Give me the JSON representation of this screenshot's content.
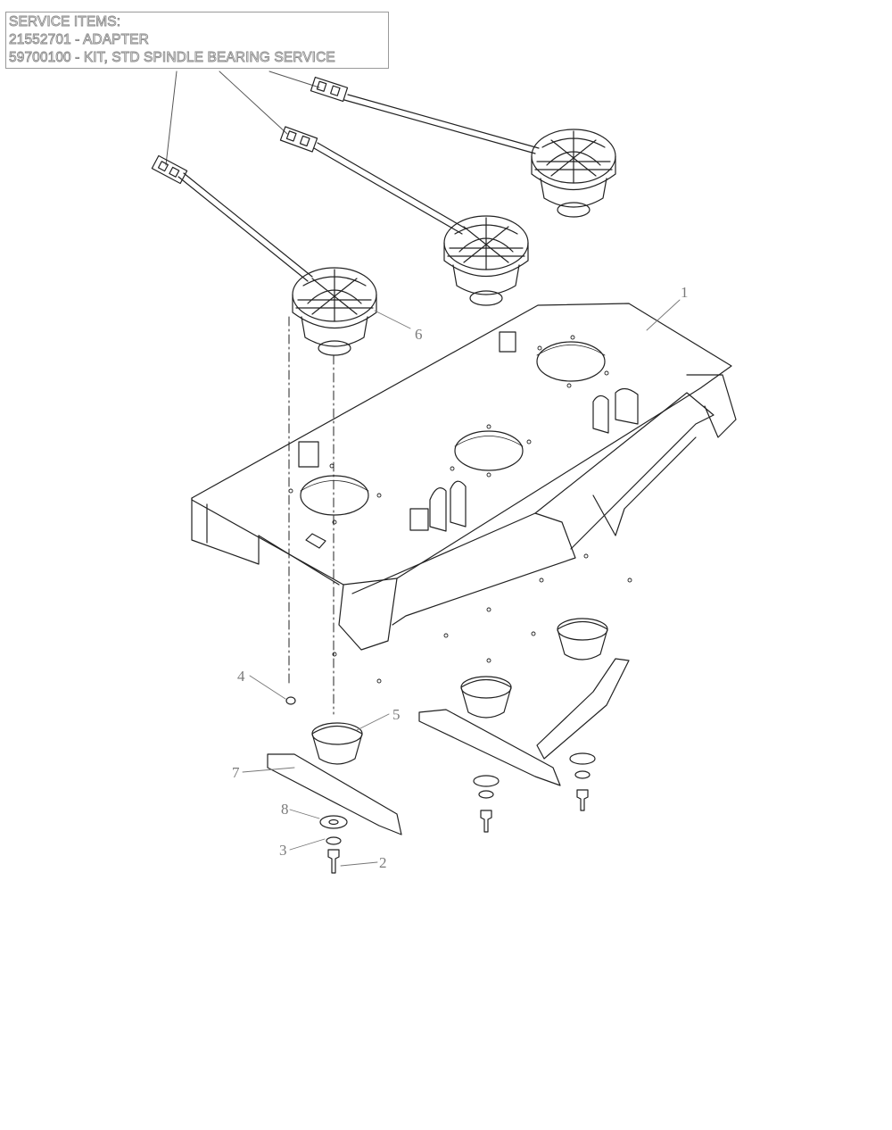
{
  "service_items": {
    "heading": "SERVICE ITEMS:",
    "items": [
      "21552701 - ADAPTER",
      "59700100 - KIT, STD SPINDLE BEARING SERVICE"
    ]
  },
  "callouts": [
    "1",
    "2",
    "3",
    "4",
    "5",
    "6",
    "7",
    "8"
  ],
  "colors": {
    "line": "#222222",
    "callout": "#7a7a7a",
    "box_border": "#9a9a9a"
  }
}
